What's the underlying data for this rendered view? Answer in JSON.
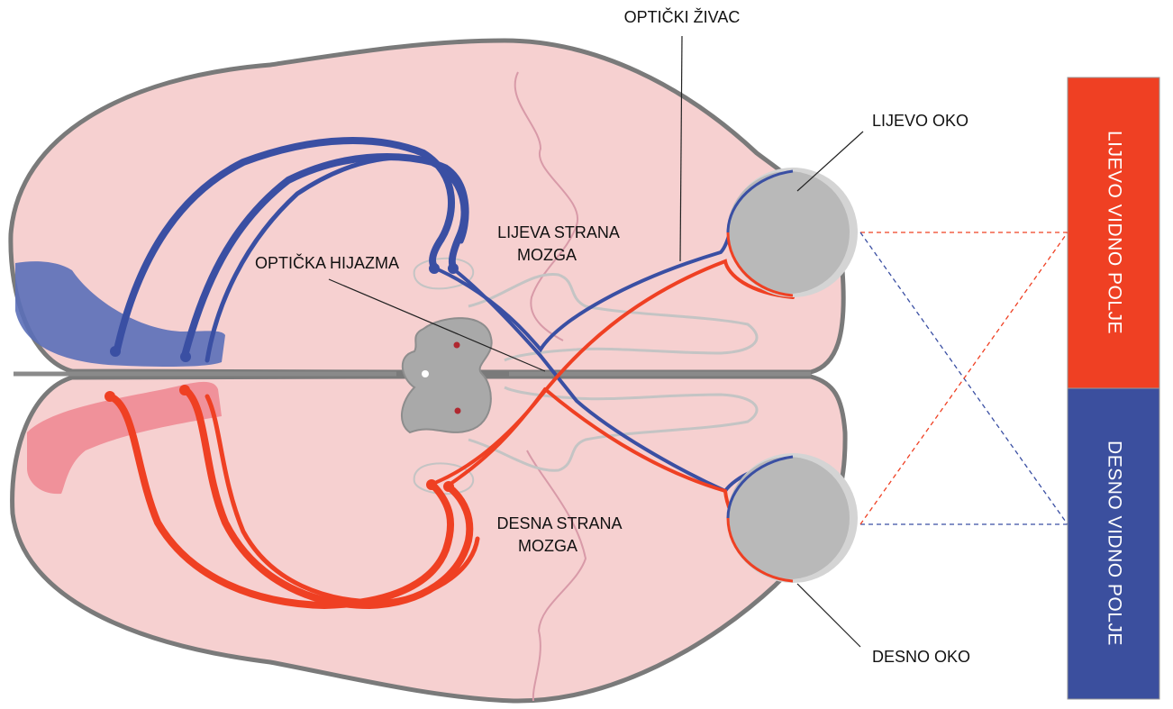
{
  "labels": {
    "optic_nerve": "OPTIČKI ŽIVAC",
    "left_eye": "LIJEVO OKO",
    "right_eye": "DESNO OKO",
    "left_brain_line1": "LIJEVA STRANA",
    "left_brain_line2": "MOZGA",
    "right_brain_line1": "DESNA STRANA",
    "right_brain_line2": "MOZGA",
    "chiasm": "OPTIČKA HIJAZMA",
    "left_visual_field": "LIJEVO VIDNO POLJE",
    "right_visual_field": "DESNO VIDNO POLJE"
  },
  "colors": {
    "left_pathway": "#3a4fa3",
    "right_pathway": "#ef4023",
    "brain_fill": "#f6d0d0",
    "brain_outline": "#7a7a7a",
    "left_field_box": "#ef4023",
    "right_field_box": "#3b4f9e",
    "eye_fill": "#b9b9b9"
  }
}
